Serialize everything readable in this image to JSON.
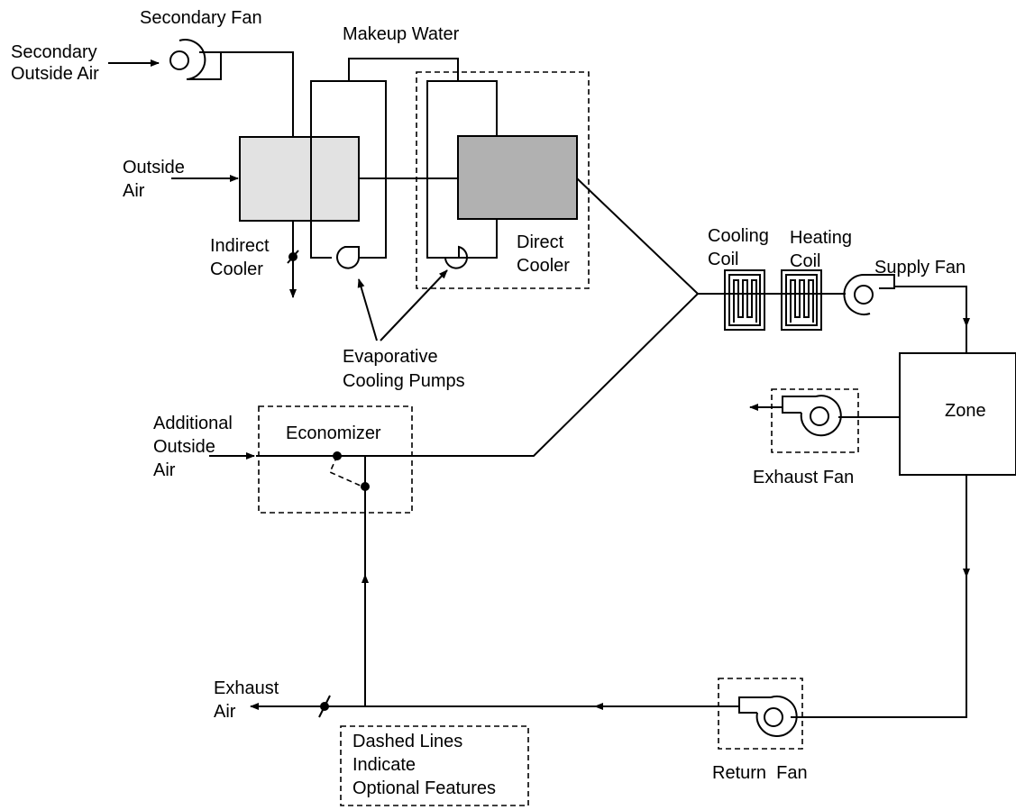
{
  "labels": {
    "secondary_fan": "Secondary Fan",
    "secondary_outside_air_1": "Secondary",
    "secondary_outside_air_2": "Outside Air",
    "makeup_water": "Makeup Water",
    "outside_air_1": "Outside",
    "outside_air_2": "Air",
    "indirect_cooler_1": "Indirect",
    "indirect_cooler_2": "Cooler",
    "direct_cooler_1": "Direct",
    "direct_cooler_2": "Cooler",
    "evap_pumps_1": "Evaporative",
    "evap_pumps_2": "Cooling Pumps",
    "cooling_coil_1": "Cooling",
    "cooling_coil_2": "Coil",
    "heating_coil_1": "Heating",
    "heating_coil_2": "Coil",
    "supply_fan": "Supply Fan",
    "zone": "Zone",
    "exhaust_fan": "Exhaust Fan",
    "additional_outside_air_1": "Additional",
    "additional_outside_air_2": "Outside",
    "additional_outside_air_3": "Air",
    "economizer": "Economizer",
    "exhaust_air_1": "Exhaust",
    "exhaust_air_2": "Air",
    "return_fan": "Return  Fan",
    "legend_1": "Dashed Lines",
    "legend_2": "Indicate",
    "legend_3": "Optional Features"
  },
  "colors": {
    "indirect_cooler_fill": "#e2e2e2",
    "direct_cooler_fill": "#b1b1b1",
    "line": "#000000",
    "background": "#ffffff"
  }
}
